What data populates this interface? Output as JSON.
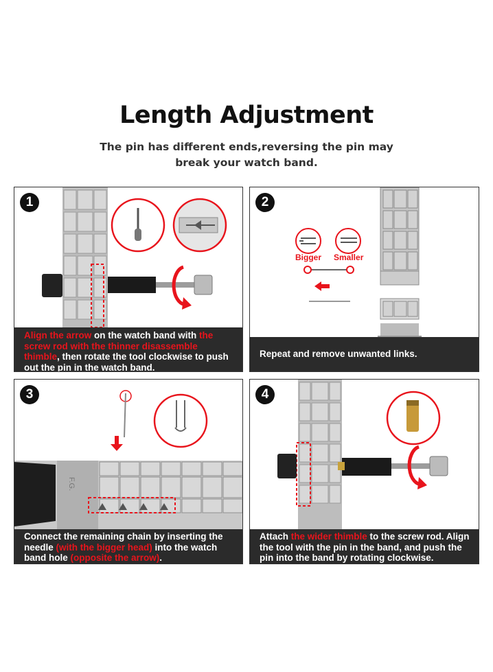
{
  "header": {
    "title": "Length Adjustment",
    "subtitle_line1": "The pin has different ends,reversing the pin may",
    "subtitle_line2": "break your watch band."
  },
  "steps": [
    {
      "number": "1",
      "caption": [
        {
          "text": "Align the arrow",
          "highlight": true
        },
        {
          "text": " on the watch band with ",
          "highlight": false
        },
        {
          "text": "the screw rod with the thinner disassemble thimble",
          "highlight": true
        },
        {
          "text": ", then rotate the tool clockwise to push out the pin in the watch band.",
          "highlight": false
        }
      ]
    },
    {
      "number": "2",
      "bigger_label": "Bigger",
      "smaller_label": "Smaller",
      "caption": [
        {
          "text": "Repeat and remove unwanted links.",
          "highlight": false
        }
      ]
    },
    {
      "number": "3",
      "band_text": "F.G.",
      "caption": [
        {
          "text": "Connect the remaining chain by inserting the needle ",
          "highlight": false
        },
        {
          "text": "(with the bigger head)",
          "highlight": true
        },
        {
          "text": " into the watch band hole ",
          "highlight": false
        },
        {
          "text": "(opposite the arrow)",
          "highlight": true
        },
        {
          "text": ".",
          "highlight": false
        }
      ]
    },
    {
      "number": "4",
      "caption": [
        {
          "text": "Attach ",
          "highlight": false
        },
        {
          "text": "the wider thimble",
          "highlight": true
        },
        {
          "text": " to the screw rod. Align the tool with the pin in the band, and push the pin into the band by rotating clockwise.",
          "highlight": false
        }
      ]
    }
  ],
  "colors": {
    "accent": "#e8141c",
    "caption_bg": "#2b2b2b",
    "metal": "#c9c9c9"
  }
}
